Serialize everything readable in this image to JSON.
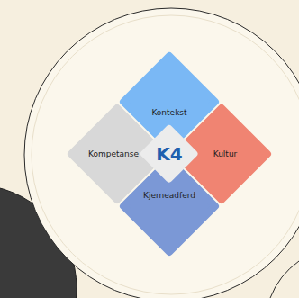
{
  "diagram": {
    "nodes": [
      {
        "text": [
          "Kontekst"
        ]
      },
      {
        "text": [
          "Kompetanse"
        ]
      },
      {
        "text": [
          "K4"
        ]
      },
      {
        "text": [
          "Kultur"
        ]
      },
      {
        "text": [
          "Kjerneadferd"
        ]
      }
    ]
  }
}
